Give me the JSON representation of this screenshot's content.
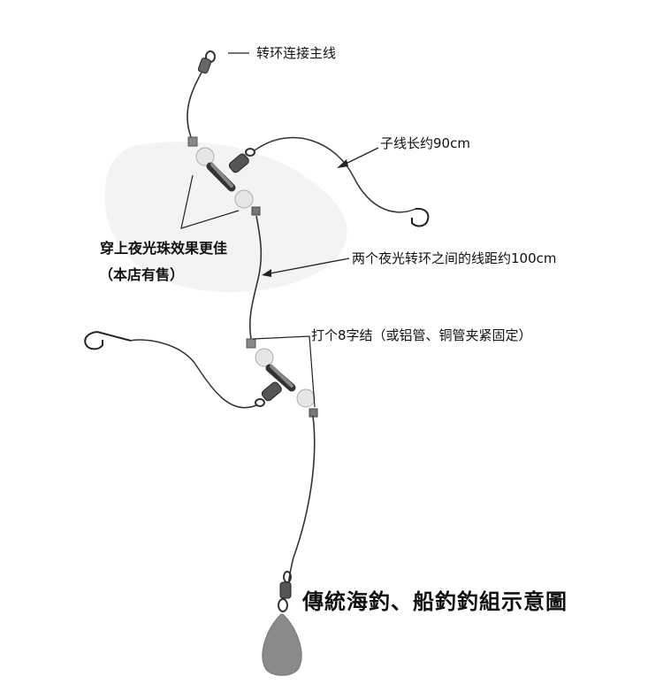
{
  "labels": {
    "swivel_main_line": "转环连接主线",
    "branch_line_length": "子线长约90cm",
    "glow_bead_note": "穿上夜光珠效果更佳",
    "shop_note": "（本店有售）",
    "swivel_distance": "两个夜光转环之间的线距约100cm",
    "knot_note": "打个8字结（或铝管、铜管夹紧固定）"
  },
  "title": "傳統海釣、船釣釣組示意圖"
}
